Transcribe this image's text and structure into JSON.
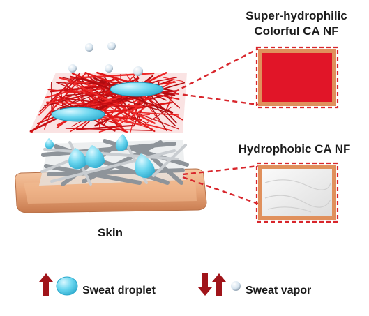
{
  "labels": {
    "top_panel": "Super-hydrophilic Colorful CA NF",
    "top_panel_line1": "Super-hydrophilic",
    "top_panel_line2": "Colorful CA NF",
    "bottom_panel": "Hydrophobic CA NF",
    "skin": "Skin"
  },
  "legend": {
    "droplet_label": "Sweat droplet",
    "vapor_label": "Sweat vapor",
    "droplet_icon": "up-arrow-with-droplet-icon",
    "vapor_icon": "up-down-arrows-with-bubble-icon"
  },
  "colors": {
    "red_fiber": "#d81414",
    "red_swatch": "#dc1024",
    "white_swatch": "#efefef",
    "skin": "#e8a67a",
    "swatch_border": "#e0905c",
    "dashed_line": "#d8262c",
    "droplet": "#5fd0ec",
    "arrow": "#a0141a",
    "gray_fiber": "#9aa0a6"
  }
}
